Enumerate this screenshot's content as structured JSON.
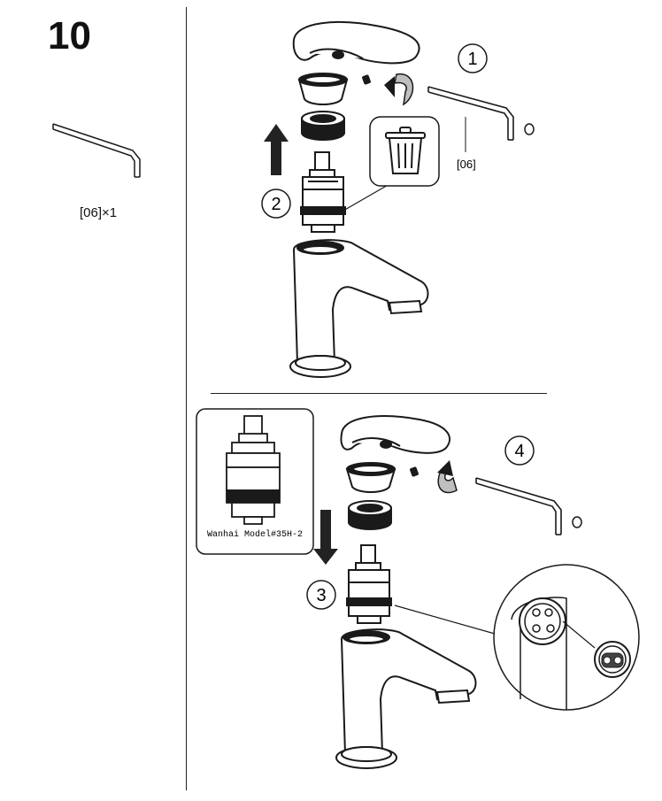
{
  "page": {
    "step_number": "10",
    "tools_label": "[06]×1"
  },
  "top_panel": {
    "callout_1": "1",
    "callout_2": "2",
    "tool_tag": "[06]",
    "trash_icon": "trash-can-icon"
  },
  "bottom_panel": {
    "callout_3": "3",
    "callout_4": "4",
    "cartridge_model": "Wanhai Model#35H-2"
  },
  "colors": {
    "line": "#1a1a1a",
    "arrow_fill": "#222222",
    "curved_arrow_fill": "#bfbfbf"
  }
}
